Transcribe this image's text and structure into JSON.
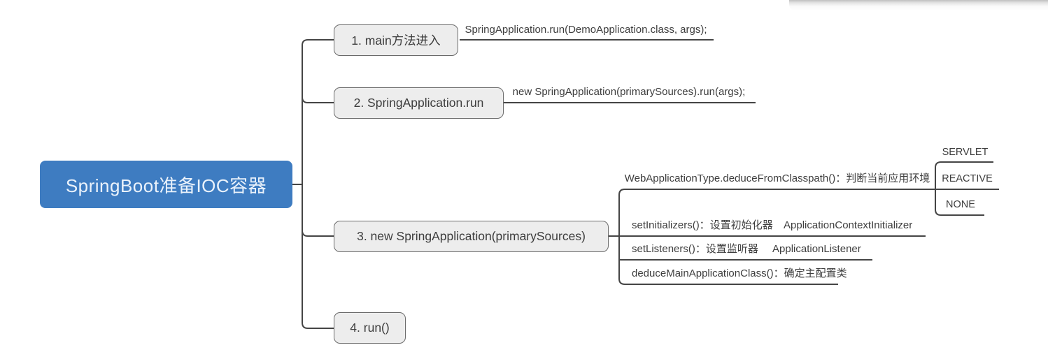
{
  "colors": {
    "root_bg": "#3E7CC1",
    "root_text": "#EAF2FB",
    "node_bg": "#EDEDED",
    "node_border": "#6A6A6A",
    "line": "#454545",
    "label_text": "#3D3D3D"
  },
  "root": {
    "label": "SpringBoot准备IOC容器"
  },
  "nodes": [
    {
      "label": "1. main方法进入",
      "code": "SpringApplication.run(DemoApplication.class, args);"
    },
    {
      "label": "2. SpringApplication.run",
      "code": "new SpringApplication(primarySources).run(args);"
    },
    {
      "label": "3. new SpringApplication(primarySources)",
      "children": [
        {
          "label": "WebApplicationType.deduceFromClasspath()：判断当前应用环境",
          "types": [
            "SERVLET",
            "REACTIVE",
            "NONE"
          ]
        },
        {
          "label": "setInitializers()：设置初始化器",
          "child": "ApplicationContextInitializer"
        },
        {
          "label": "setListeners()：设置监听器",
          "child": "ApplicationListener"
        },
        {
          "label": "deduceMainApplicationClass()：确定主配置类"
        }
      ]
    },
    {
      "label": "4. run()"
    }
  ]
}
